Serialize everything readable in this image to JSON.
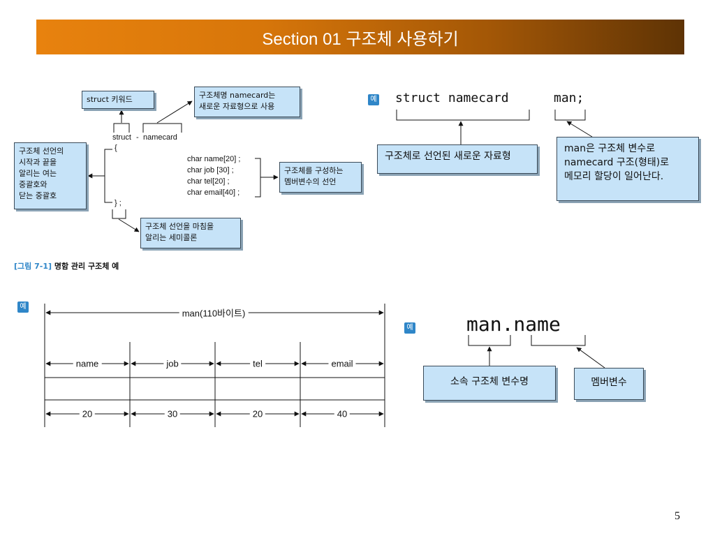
{
  "title": "Section 01 구조체 사용하기",
  "page_number": "5",
  "example_badge": "예",
  "figure1": {
    "struct_keyword_box": "struct 키워드",
    "namecard_box": "구조체명 namecard는\n새로운 자료형으로 사용",
    "brace_box": "구조체 선언의\n시작과 끝을\n알리는 여는\n중괄호와\n닫는 중괄호",
    "members_box": "구조체를 구성하는\n멤버변수의 선언",
    "semicolon_box": "구조체 선언을 마침을\n알리는 세미콜론",
    "struct_label": "struct",
    "namecard_label": "namecard",
    "open_brace": "{",
    "close_brace": "} ;",
    "members": [
      "char name[20] ;",
      "char job [30] ;",
      "char tel[20] ;",
      "char email[40] ;"
    ],
    "caption_figure": "[그림 7-1]",
    "caption_text": "명함 관리 구조체 예"
  },
  "example1": {
    "code_struct": "struct namecard",
    "code_man": "man;",
    "box_left": "구조체로 선언된 새로운 자료형",
    "box_right": "man은 구조체 변수로\nnamecard 구조(형태)로\n메모리 할당이 일어난다."
  },
  "memory_layout": {
    "total_label": "man(110바이트)",
    "columns": [
      "name",
      "job",
      "tel",
      "email"
    ],
    "sizes": [
      "20",
      "30",
      "20",
      "40"
    ]
  },
  "example3": {
    "code": "man.name",
    "box_left": "소속 구조체 변수명",
    "box_right": "멤버변수"
  }
}
